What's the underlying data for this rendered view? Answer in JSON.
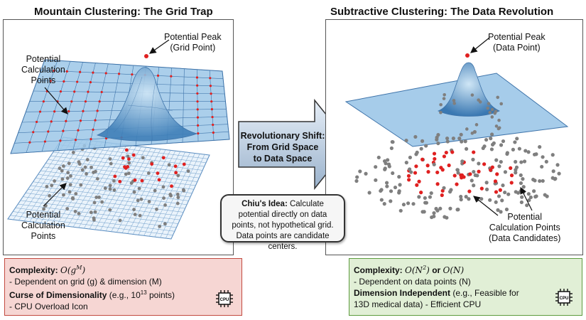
{
  "left": {
    "title": "Mountain Clustering: The Grid Trap",
    "label_peak": [
      "Potential Peak",
      "(Grid Point)"
    ],
    "label_top": [
      "Potential",
      "Calculation",
      "Points"
    ],
    "label_bottom": [
      "Potential",
      "Calculation",
      "Points"
    ]
  },
  "right": {
    "title": "Subtractive Clustering: The Data Revolution",
    "label_peak": [
      "Potential Peak",
      "(Data Point)"
    ],
    "label_points": [
      "Potential",
      "Calculation Points",
      "(Data Candidates)"
    ]
  },
  "arrow": {
    "lines": [
      "Revolutionary Shift:",
      "From Grid Space",
      "to Data Space"
    ]
  },
  "idea": {
    "bold": "Chiu's Idea:",
    "text": "Calculate potential directly on data points, not hypothetical grid. Data points are candidate centers."
  },
  "complexity_left": {
    "label": "Complexity:",
    "formula_base": "O(g",
    "formula_exp": "M",
    "formula_close": ")",
    "line2": "- Dependent on grid (g) & dimension (M)",
    "line3_bold": "Curse of Dimensionality",
    "line3_pre": " (e.g., 10",
    "line3_exp": "13",
    "line3_post": " points)",
    "line4": "- CPU Overload Icon",
    "cpu_text": "CPU"
  },
  "complexity_right": {
    "label": "Complexity:",
    "formula1_base": "O(N",
    "formula1_exp": "2",
    "formula1_close": ")",
    "or": "or",
    "formula2": "O(N)",
    "line2": "- Dependent on data points (N)",
    "line3_bold": "Dimension Independent",
    "line3_post": " (e.g., Feasible for",
    "line4": "13D medical data) - Efficient CPU",
    "cpu_text": "CPU"
  },
  "colors": {
    "surface": "#8fbde0",
    "grid_line": "#4a7fb8",
    "red_point": "#e02020",
    "gray_point": "#7f7f7f",
    "left_box": "#f6d6d3",
    "right_box": "#e1efd6"
  }
}
